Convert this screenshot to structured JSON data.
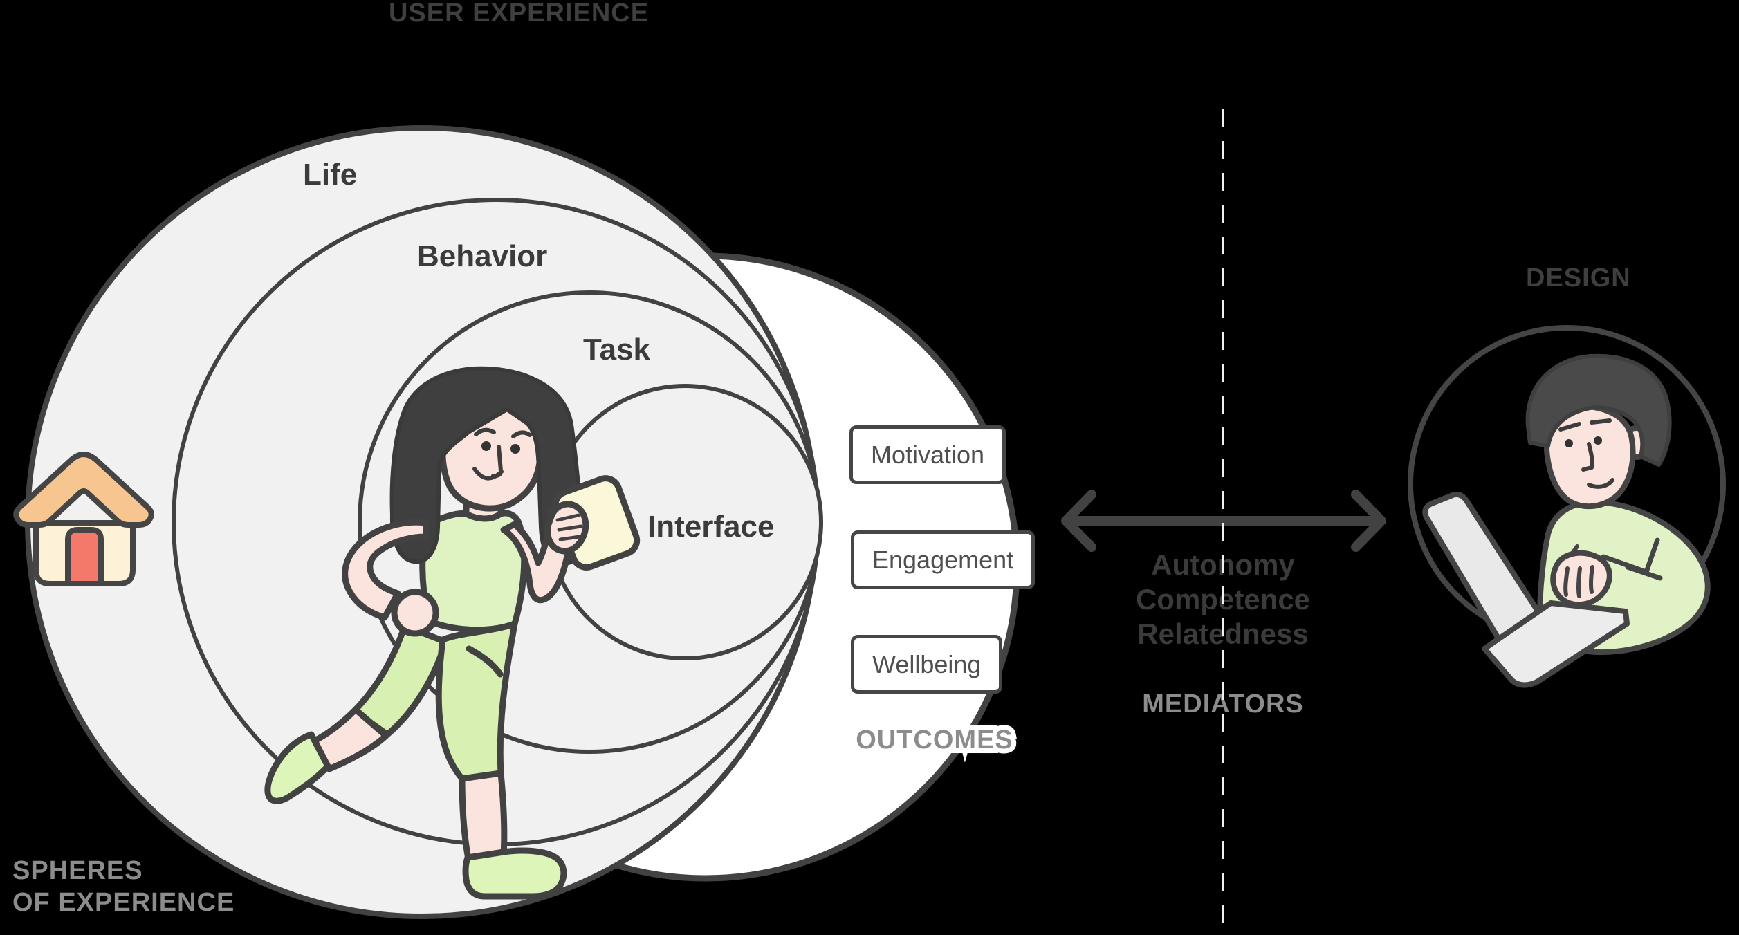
{
  "background": "#000000",
  "palette": {
    "ring_fill": "#f1f1f1",
    "ring_stroke": "#424242",
    "outcomes_circle_fill": "#ffffff",
    "dark_text": "#3f3f3f",
    "muted_text": "#8c8c8c",
    "box_text": "#4f4f4f",
    "box_border": "#464646",
    "skin_pink": "#fbe3de",
    "hair_gray": "#3f3f3f",
    "outfit_green": "#dff3c2",
    "shoe_green": "#ddf5b8",
    "device_yellow": "#fbf8d9",
    "laptop_gray": "#e9e9e9",
    "house_roof": "#f7c690",
    "house_wall": "#fdf2d7",
    "house_door": "#f4796b",
    "dashed_divider": "#f0f0f0",
    "arrow": "#424242"
  },
  "user_experience": {
    "title": "USER EXPERIENCE"
  },
  "spheres_section": {
    "title_line1": "SPHERES",
    "title_line2": "OF EXPERIENCE",
    "rings": [
      {
        "label": "Life"
      },
      {
        "label": "Behavior"
      },
      {
        "label": "Task"
      },
      {
        "label": "Interface"
      }
    ]
  },
  "outcomes_section": {
    "title": "OUTCOMES",
    "items": [
      {
        "label": "Motivation"
      },
      {
        "label": "Engagement"
      },
      {
        "label": "Wellbeing"
      }
    ]
  },
  "mediators_section": {
    "title": "MEDIATORS",
    "items": [
      {
        "label": "Autonomy"
      },
      {
        "label": "Competence"
      },
      {
        "label": "Relatedness"
      }
    ]
  },
  "design_section": {
    "title": "DESIGN"
  },
  "icons": {
    "house": "house-icon",
    "runner": "running-woman-illustration",
    "designer": "designer-at-laptop-illustration",
    "arrow": "bidirectional-arrow-icon",
    "divider": "dashed-divider-line"
  }
}
